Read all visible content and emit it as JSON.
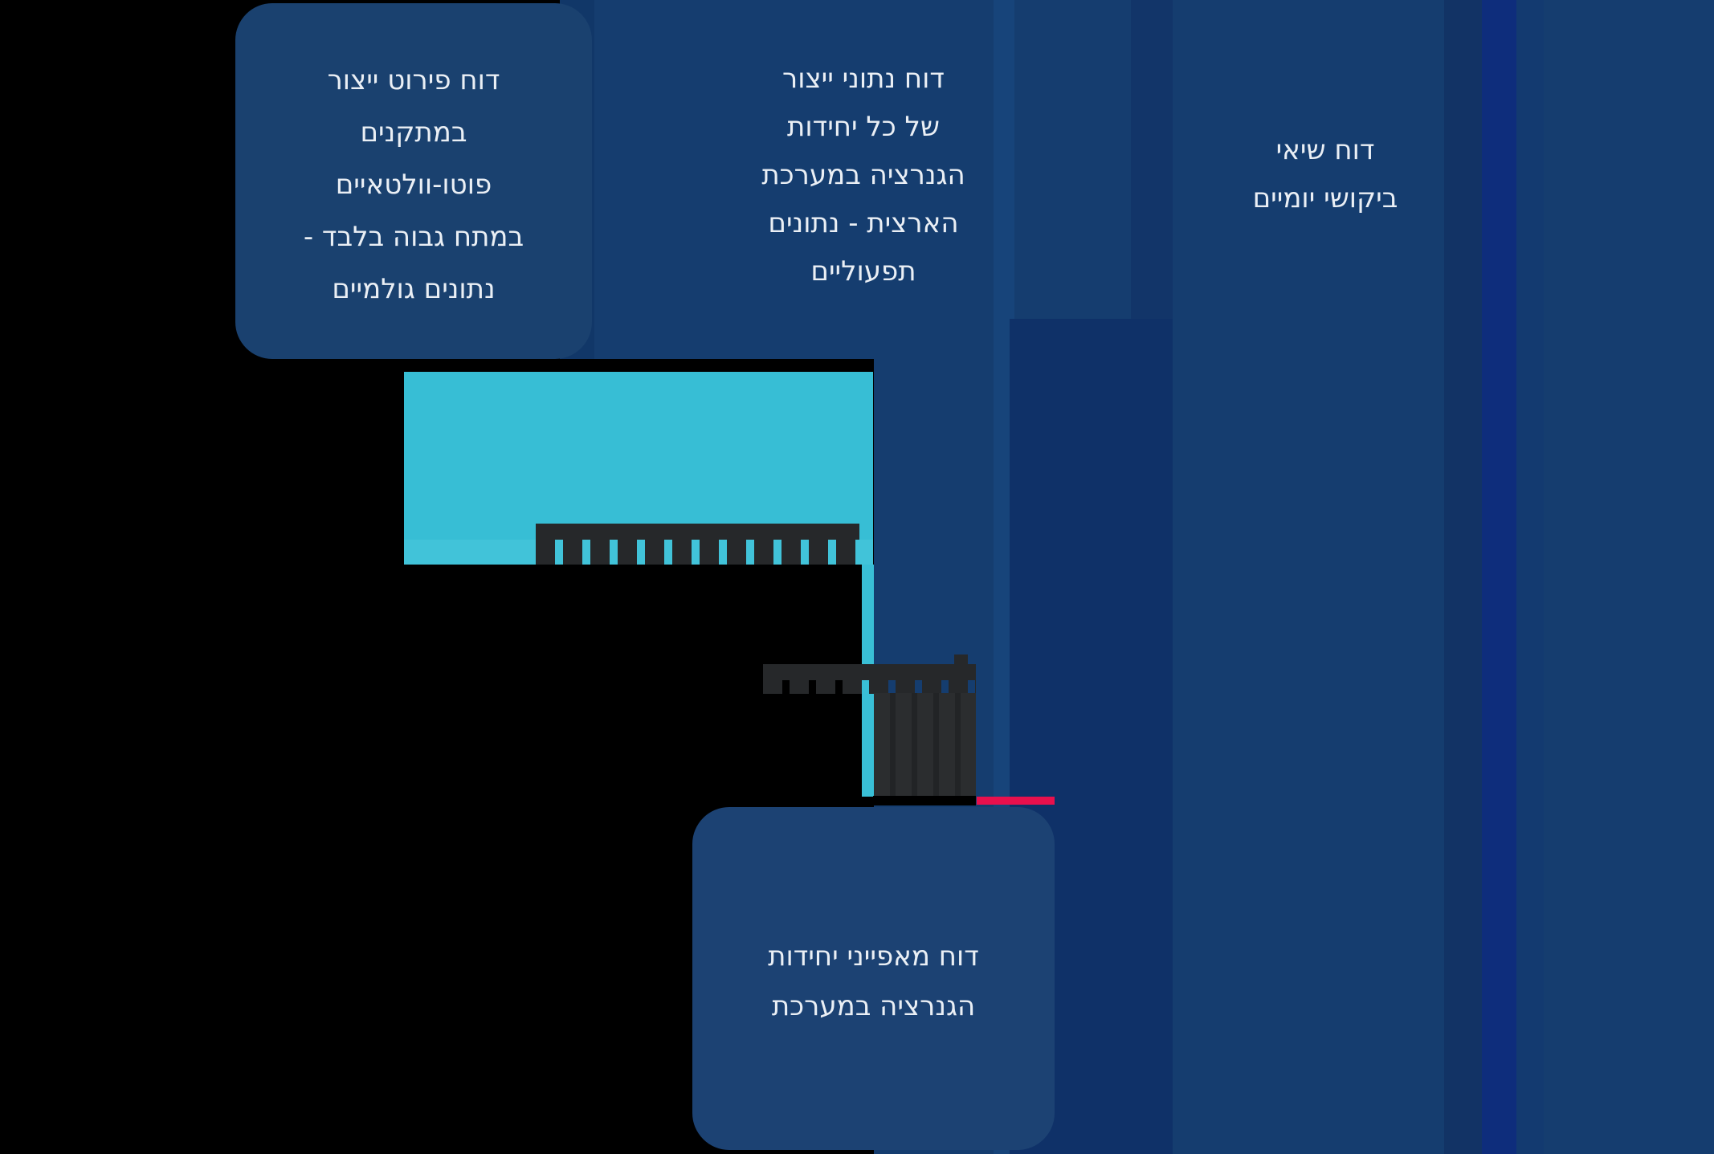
{
  "cards": {
    "pv_detail": {
      "lines": [
        "דוח פירוט ייצור",
        "במתקנים",
        "פוטו-וולטאיים",
        "במתח גבוה בלבד -",
        "נתונים גולמיים"
      ]
    },
    "gen_ops": {
      "lines": [
        "דוח נתוני ייצור",
        "של כל יחידות",
        "הגנרציה במערכת",
        "הארצית - נתונים",
        "תפעוליים"
      ]
    },
    "daily_peak": {
      "lines": [
        "דוח שיאי",
        "ביקושי יומיים"
      ]
    },
    "unit_chars": {
      "lines": [
        "דוח מאפייני יחידות",
        "הגנרציה במערכת"
      ]
    }
  },
  "obscured_elements": {
    "caption_under_cyan_tile": {
      "legible": false
    },
    "caption_above_dark_block": {
      "legible": false
    },
    "dark_block": {
      "legible": false
    }
  },
  "colors": {
    "background": "#000000",
    "panel_navy": "#153D6F",
    "card_navy": "#1A416F",
    "card_navy_bottom": "#1C4273",
    "band_dark": "#0F3168",
    "band_bright": "#0E2D7C",
    "cyan_tile": "#37BED5",
    "cyan_connector": "#39BFD6",
    "red_accent": "#E8104D",
    "remnant_dark": "#26282A",
    "text_white": "#EAEFF5"
  }
}
